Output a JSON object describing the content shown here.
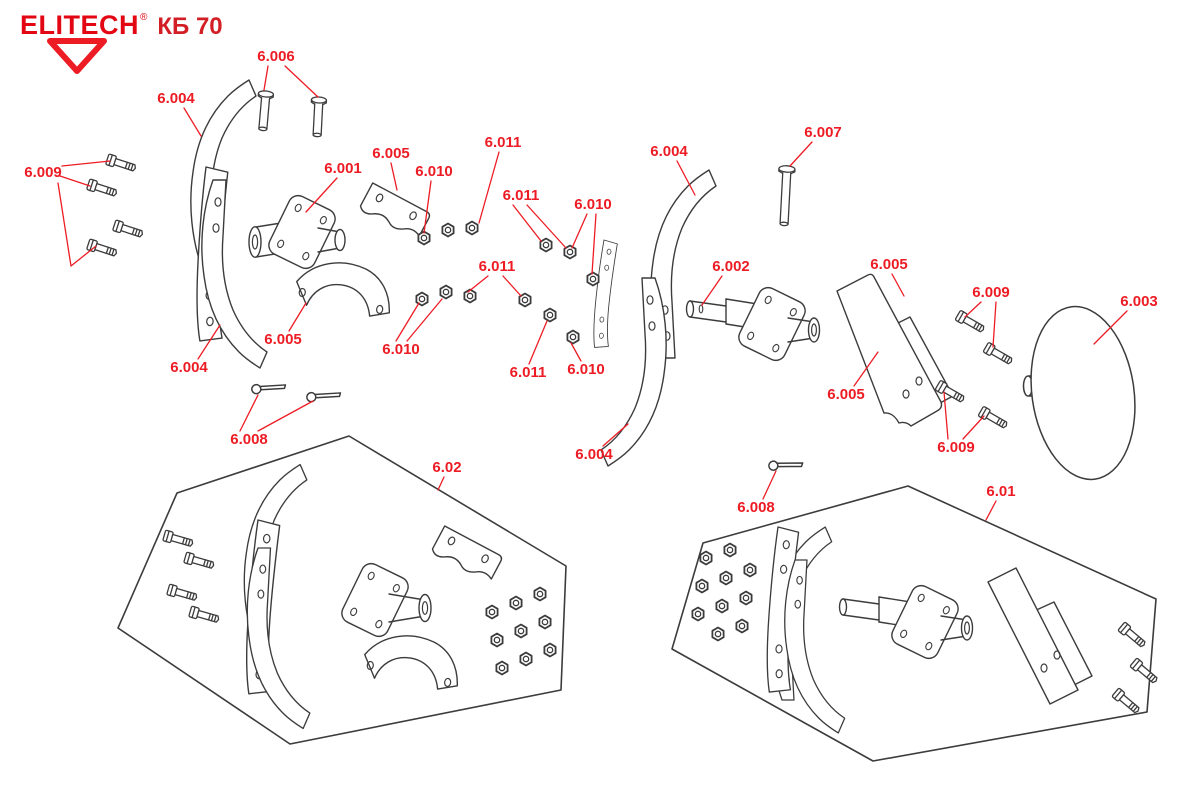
{
  "logo": {
    "brand": "ELITECH",
    "registered": "®",
    "model": "КБ 70"
  },
  "colors": {
    "label_red": "#ed1c24",
    "logo_red": "#e30613",
    "line_dark": "#3c3c3c",
    "background": "#ffffff"
  },
  "icons": {
    "brand_triangle": "red-triangle-outline"
  },
  "labels": [
    {
      "text": "6.006"
    },
    {
      "text": "6.004"
    },
    {
      "text": "6.009"
    },
    {
      "text": "6.001"
    },
    {
      "text": "6.005"
    },
    {
      "text": "6.010"
    },
    {
      "text": "6.011"
    },
    {
      "text": "6.011"
    },
    {
      "text": "6.010"
    },
    {
      "text": "6.004"
    },
    {
      "text": "6.007"
    },
    {
      "text": "6.011"
    },
    {
      "text": "6.002"
    },
    {
      "text": "6.005"
    },
    {
      "text": "6.009"
    },
    {
      "text": "6.003"
    },
    {
      "text": "6.005"
    },
    {
      "text": "6.010"
    },
    {
      "text": "6.011"
    },
    {
      "text": "6.010"
    },
    {
      "text": "6.004"
    },
    {
      "text": "6.005"
    },
    {
      "text": "6.008"
    },
    {
      "text": "6.004"
    },
    {
      "text": "6.02"
    },
    {
      "text": "6.008"
    },
    {
      "text": "6.01"
    },
    {
      "text": "6.009"
    }
  ]
}
